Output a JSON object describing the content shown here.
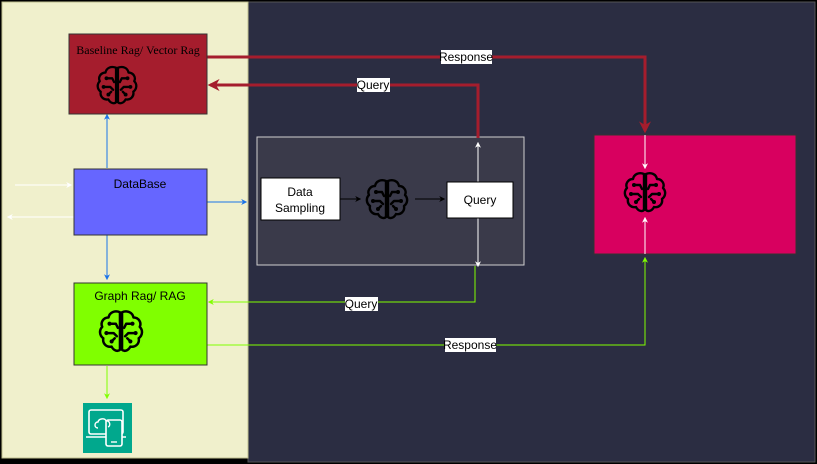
{
  "nodes": {
    "baseline": {
      "label": "Baseline Rag/ Vector Rag",
      "icon": "brain-circuit-icon",
      "color": "#a51d2d"
    },
    "database": {
      "label": "DataBase",
      "color": "#6666ff"
    },
    "graph": {
      "label": "Graph Rag/ RAG",
      "icon": "brain-circuit-icon",
      "color": "#80ff00"
    },
    "sampling": {
      "label_line1": "Data",
      "label_line2": "Sampling"
    },
    "query_box": {
      "label": "Query"
    },
    "center_brain": {
      "icon": "brain-circuit-icon"
    },
    "right_panel": {
      "icon": "brain-circuit-icon",
      "color": "#d8005f"
    },
    "cloud_device": {
      "icon": "cloud-device-icon",
      "color": "#01a88d"
    }
  },
  "edges": {
    "response_top": "Response",
    "query_top": "Query",
    "query_bottom": "Query",
    "response_bottom": "Response"
  },
  "colors": {
    "left_panel": "#f0f0cc",
    "right_background": "#2b2d42",
    "middle_panel": "#3a3a4a",
    "crimson_arrow": "#a51d2d",
    "green_arrow": "#80ff00",
    "blue_arrow": "#1a73e8"
  }
}
